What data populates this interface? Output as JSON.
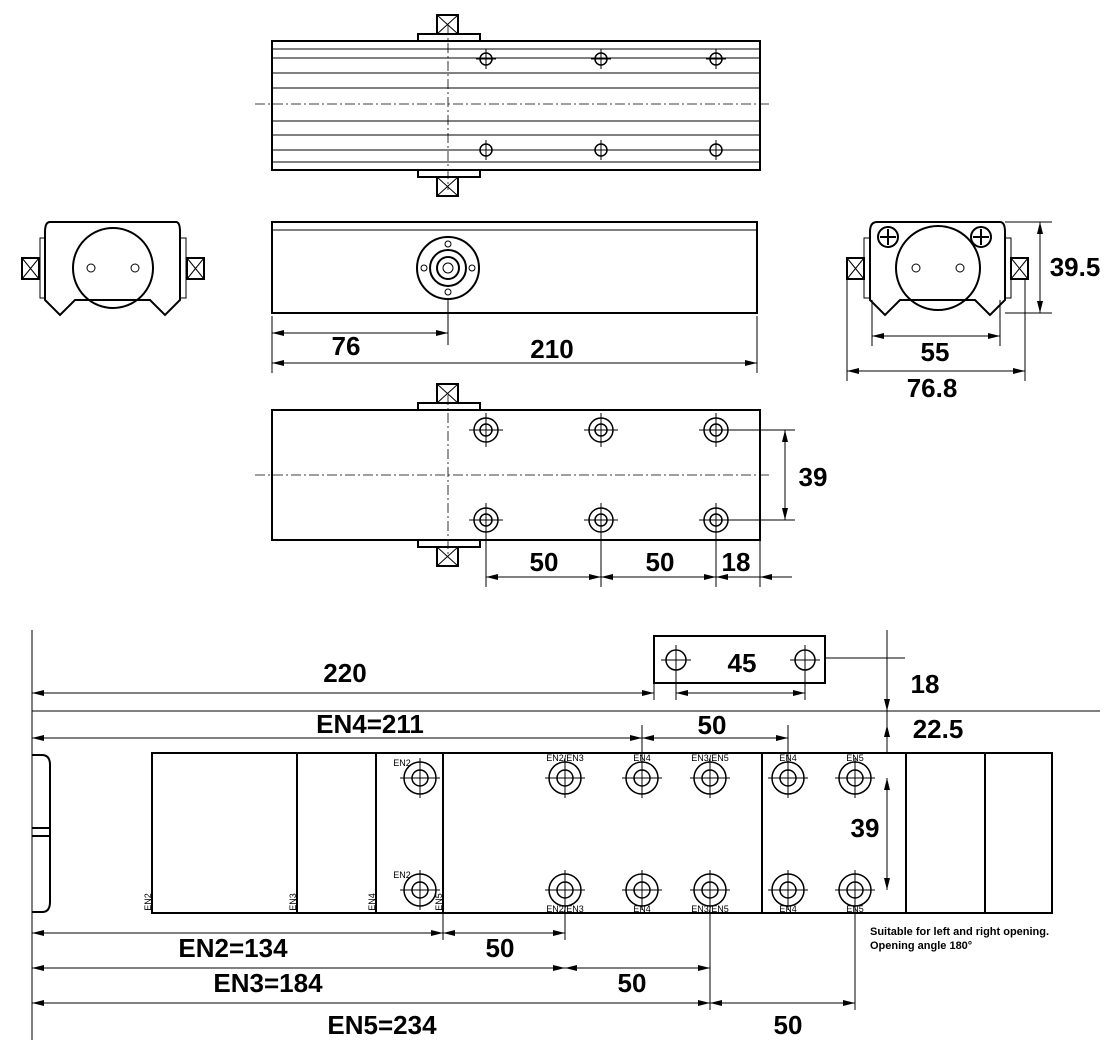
{
  "dims": {
    "d76": "76",
    "d210": "210",
    "d39_5": "39.5",
    "d55": "55",
    "d76_8": "76.8",
    "d39_top": "39",
    "d50_a": "50",
    "d50_b": "50",
    "d18_top": "18",
    "d220": "220",
    "d45": "45",
    "d18": "18",
    "d22_5": "22.5",
    "en4": "EN4=211",
    "d50_en4": "50",
    "d39": "39",
    "en2": "EN2=134",
    "d50_en2": "50",
    "en3": "EN3=184",
    "d50_en3": "50",
    "en5": "EN5=234",
    "d50_en5": "50"
  },
  "hole_labels": {
    "top": [
      "EN2",
      "EN2/EN3",
      "EN4",
      "EN3/EN5",
      "EN4",
      "EN5"
    ],
    "bottom": [
      "EN2",
      "EN2/EN3",
      "EN4",
      "EN3/EN5",
      "EN4",
      "EN5"
    ]
  },
  "side_labels": [
    "EN2",
    "EN3",
    "EN4",
    "EN5"
  ],
  "note": [
    "Suitable for left and right opening.",
    "Opening angle 180°"
  ]
}
